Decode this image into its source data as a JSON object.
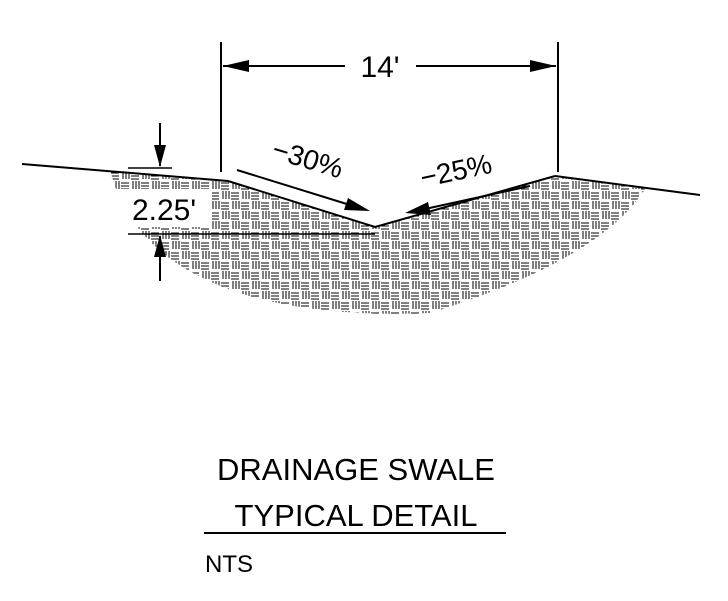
{
  "detail": {
    "top_width": "14'",
    "depth": "2.25'",
    "left_slope": "−30%",
    "right_slope": "−25%"
  },
  "title": {
    "line1": "DRAINAGE SWALE",
    "line2": "TYPICAL DETAIL",
    "scale": "NTS"
  }
}
